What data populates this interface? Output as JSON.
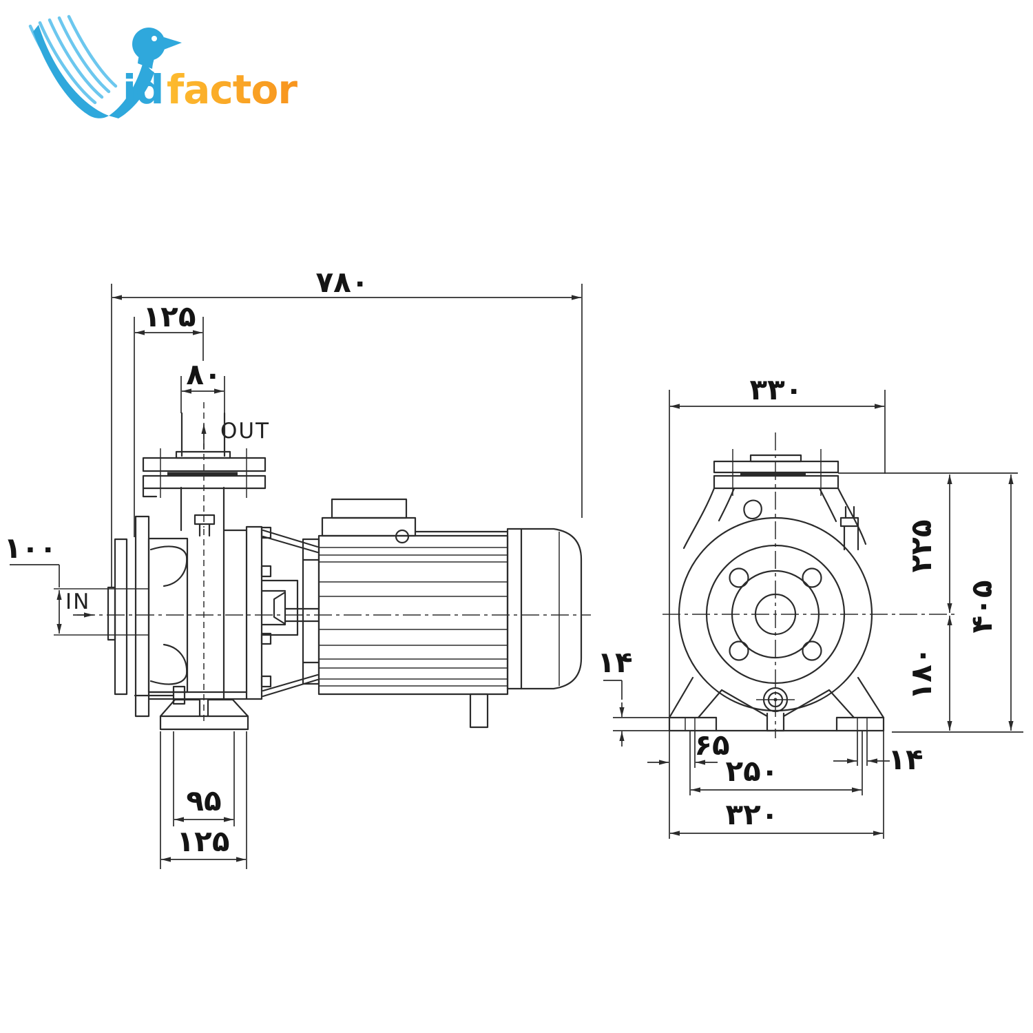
{
  "logo": {
    "id_text": "id",
    "factor_text": "factor",
    "colors": {
      "bird_blue": "#2fa8dc",
      "feather_blue": "#6cc7ee",
      "orange_start": "#fdbb2f",
      "orange_end": "#f7941e"
    }
  },
  "drawing": {
    "line_color": "#2b2b2b",
    "side_view": {
      "port_labels": {
        "out": "OUT",
        "in": "IN"
      },
      "dims": {
        "overall_length": "۷۸۰",
        "inlet_face_to_outlet_center": "۱۲۵",
        "outlet_bore": "۸۰",
        "inlet_bore": "۱۰۰",
        "foot_top_width": "۹۵",
        "foot_base_width": "۱۲۵"
      }
    },
    "front_view": {
      "dims": {
        "overall_width": "۳۳۰",
        "centerline_to_outlet_flange": "۲۲۵",
        "outlet_flange_to_base": "۴۰۵",
        "centerline_to_base": "۱۸۰",
        "base_pad_thickness": "۱۴",
        "foot_edge_to_slot": "۶۵",
        "anchor_slot_spacing": "۲۵۰",
        "base_overall_width": "۳۲۰",
        "anchor_slot_width": "۱۴"
      }
    }
  }
}
